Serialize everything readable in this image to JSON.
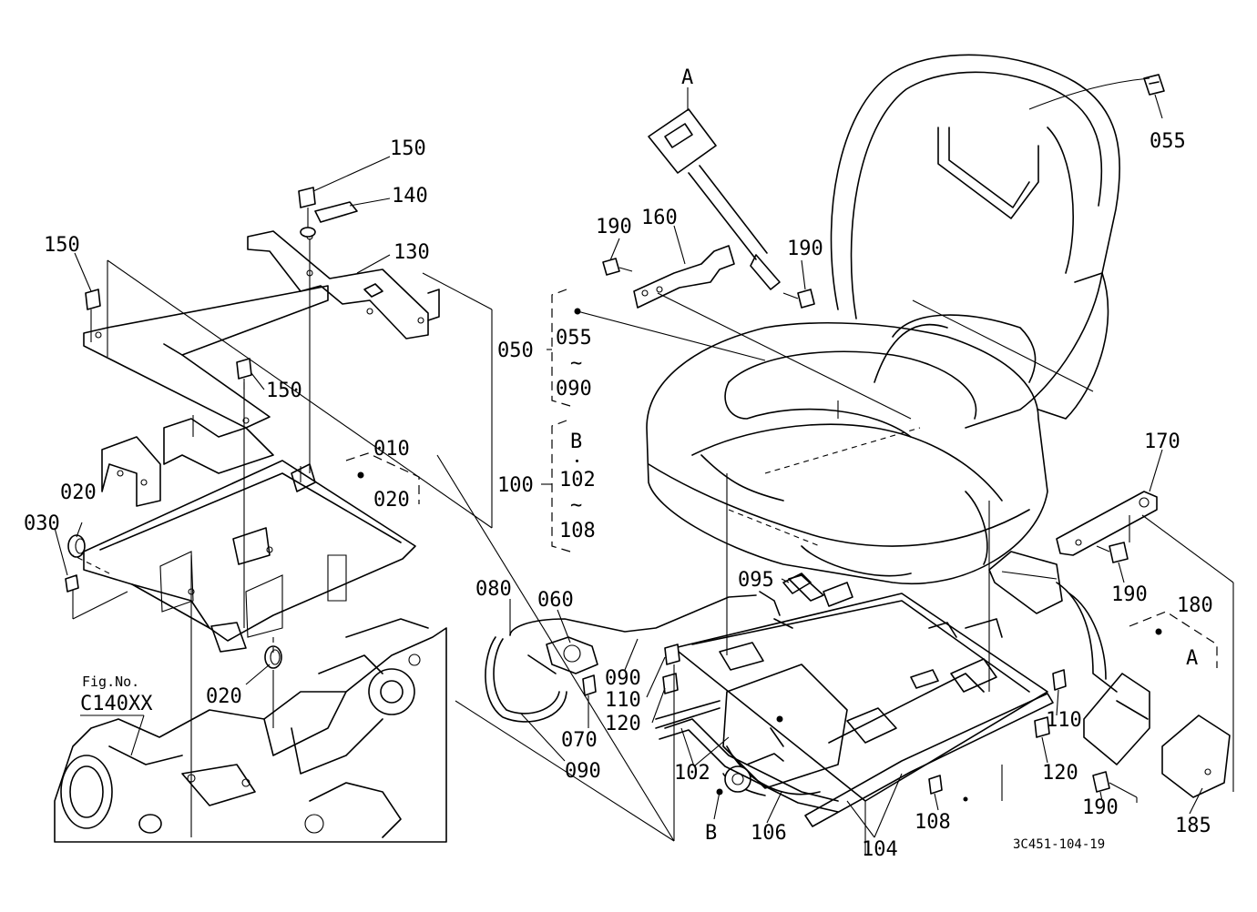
{
  "diagram": {
    "part_numbers": {
      "p150a": "150",
      "p140": "140",
      "p150b": "150",
      "p130": "130",
      "p150c": "150",
      "p010": "010",
      "p020a": "020",
      "p020b": "020",
      "p030": "030",
      "p020c": "020",
      "p050": "050",
      "p055a": "055",
      "tilde_a": "~",
      "p090a": "090",
      "p100": "100",
      "pB_top": "B",
      "dot": "・",
      "p102a": "102",
      "tilde_b": "~",
      "p108a": "108",
      "pA_top": "A",
      "p190a": "190",
      "p160": "160",
      "p190b": "190",
      "p055b": "055",
      "p170": "170",
      "p190c": "190",
      "p180": "180",
      "pA_right": "A",
      "p080": "080",
      "p060": "060",
      "p095": "095",
      "p090b": "090",
      "p110a": "110",
      "p120a": "120",
      "p070": "070",
      "p090c": "090",
      "p102b": "102",
      "pB_bottom": "B",
      "p106": "106",
      "p104": "104",
      "p108b": "108",
      "p110b": "110",
      "p120b": "120",
      "p190d": "190",
      "p185": "185"
    },
    "figure_reference": {
      "label": "Fig.No.",
      "number": "C140XX"
    },
    "drawing_code": "3C451-104-19"
  }
}
